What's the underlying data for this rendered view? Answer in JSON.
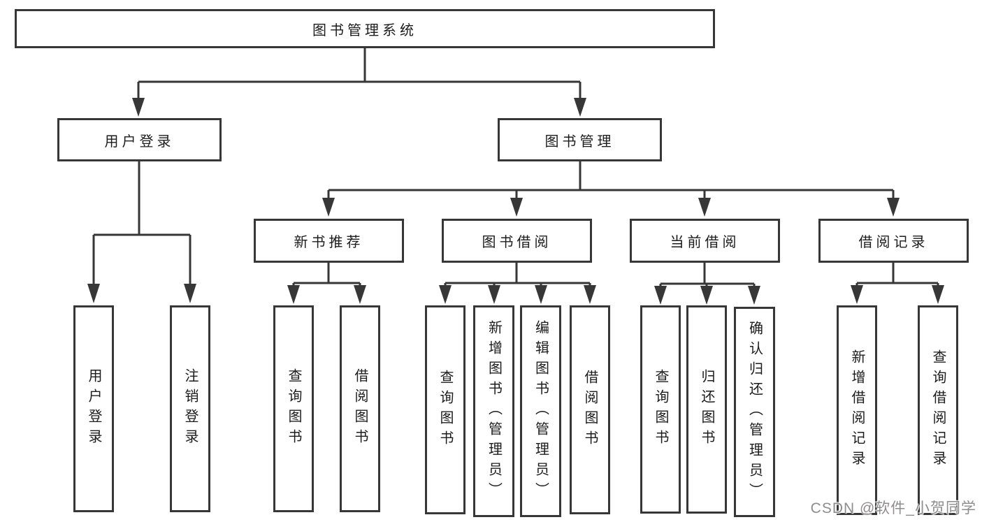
{
  "diagram": {
    "root": {
      "label": "图书管理系统"
    },
    "branches": [
      {
        "id": "user-login",
        "label": "用户登录"
      },
      {
        "id": "book-management",
        "label": "图书管理"
      }
    ],
    "modules": [
      {
        "id": "new-book-recommend",
        "label": "新书推荐",
        "parent": "图书管理"
      },
      {
        "id": "book-borrowing",
        "label": "图书借阅",
        "parent": "图书管理"
      },
      {
        "id": "current-borrowing",
        "label": "当前借阅",
        "parent": "图书管理"
      },
      {
        "id": "borrowing-records",
        "label": "借阅记录",
        "parent": "图书管理"
      }
    ],
    "functions": [
      {
        "id": "user-login-fn",
        "label": "用户登录",
        "parent": "用户登录"
      },
      {
        "id": "logout-fn",
        "label": "注销登录",
        "parent": "用户登录"
      },
      {
        "id": "query-books-recommend",
        "label": "查询图书",
        "parent": "新书推荐"
      },
      {
        "id": "borrow-books-recommend",
        "label": "借阅图书",
        "parent": "新书推荐"
      },
      {
        "id": "query-books-borrowing",
        "label": "查询图书",
        "parent": "图书借阅"
      },
      {
        "id": "add-books-admin",
        "label": "新增图书（管理员）",
        "parent": "图书借阅"
      },
      {
        "id": "edit-books-admin",
        "label": "编辑图书（管理员）",
        "parent": "图书借阅"
      },
      {
        "id": "borrow-books-borrowing",
        "label": "借阅图书",
        "parent": "图书借阅"
      },
      {
        "id": "query-books-current",
        "label": "查询图书",
        "parent": "当前借阅"
      },
      {
        "id": "return-books",
        "label": "归还图书",
        "parent": "当前借阅"
      },
      {
        "id": "confirm-return-admin",
        "label": "确认归还（管理员）",
        "parent": "当前借阅"
      },
      {
        "id": "add-borrow-record",
        "label": "新增借阅记录",
        "parent": "借阅记录"
      },
      {
        "id": "query-borrow-record",
        "label": "查询借阅记录",
        "parent": "借阅记录"
      }
    ],
    "watermark": "CSDN @软件_小贺同学",
    "colors": {
      "line": "#373737",
      "text": "#1c1c1c",
      "box_background": "#ffffff",
      "page_background": "#ffffff",
      "watermark": "#8f8c8c"
    }
  }
}
